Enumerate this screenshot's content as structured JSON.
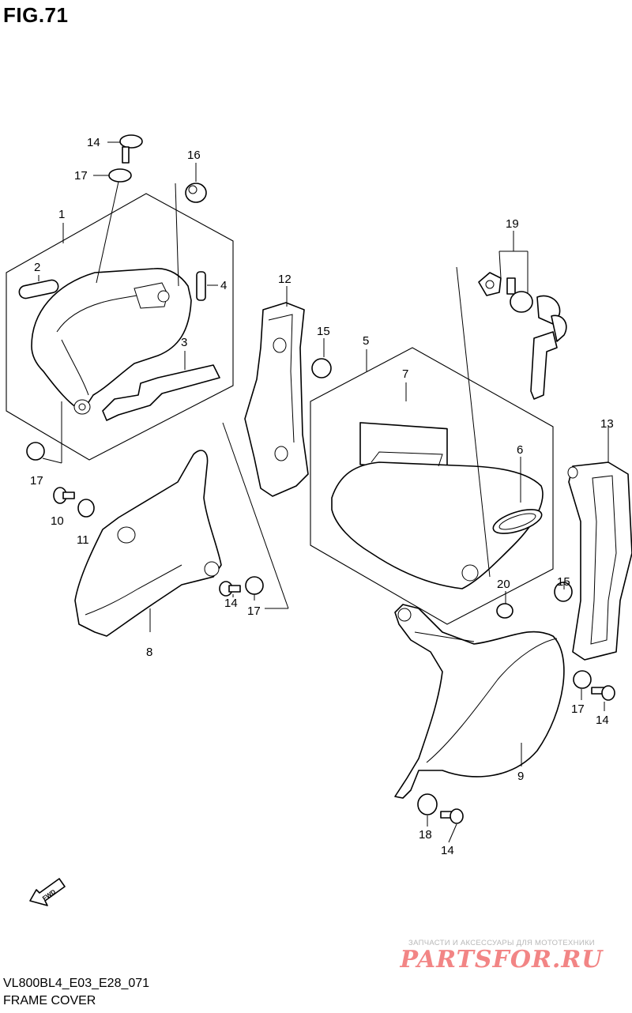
{
  "figure": {
    "title": "FIG.71"
  },
  "callouts": [
    "1",
    "2",
    "3",
    "4",
    "5",
    "6",
    "7",
    "8",
    "9",
    "10",
    "11",
    "12",
    "13",
    "14",
    "15",
    "16",
    "17",
    "18",
    "19",
    "20"
  ],
  "watermark": {
    "subtitle": "ЗАПЧАСТИ И АКСЕССУАРЫ ДЛЯ МОТОТЕХНИКИ",
    "logo": "PARTSFOR.RU"
  },
  "fwd_label": "FWD",
  "footer": {
    "model_code": "VL800BL4_E03_E28_071",
    "caption": "FRAME COVER"
  }
}
